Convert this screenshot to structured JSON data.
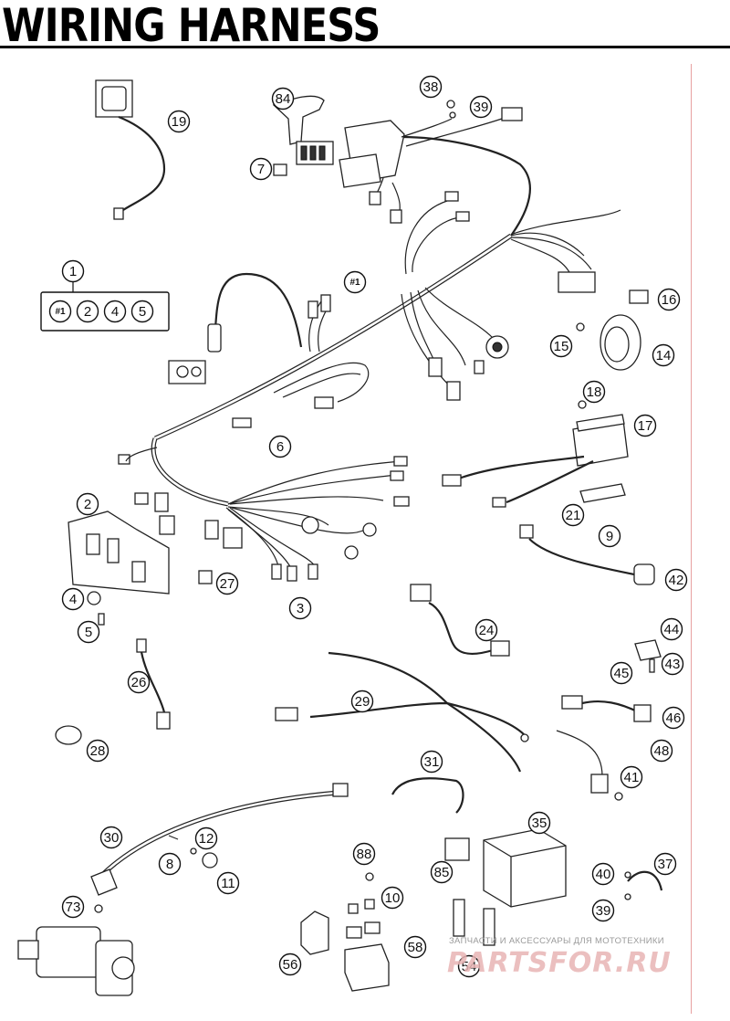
{
  "title": "WIRING HARNESS",
  "kit": {
    "label": "1",
    "members": [
      "#1",
      "2",
      "4",
      "5"
    ]
  },
  "callouts": [
    {
      "label": "19"
    },
    {
      "label": "84"
    },
    {
      "label": "7"
    },
    {
      "label": "38"
    },
    {
      "label": "39"
    },
    {
      "label": "16"
    },
    {
      "label": "15"
    },
    {
      "label": "14"
    },
    {
      "label": "18"
    },
    {
      "label": "17"
    },
    {
      "label": "21"
    },
    {
      "label": "9"
    },
    {
      "label": "42"
    },
    {
      "label": "#1"
    },
    {
      "label": "6"
    },
    {
      "label": "2"
    },
    {
      "label": "27"
    },
    {
      "label": "3"
    },
    {
      "label": "4"
    },
    {
      "label": "5"
    },
    {
      "label": "24"
    },
    {
      "label": "44"
    },
    {
      "label": "43"
    },
    {
      "label": "45"
    },
    {
      "label": "26"
    },
    {
      "label": "29"
    },
    {
      "label": "46"
    },
    {
      "label": "48"
    },
    {
      "label": "28"
    },
    {
      "label": "31"
    },
    {
      "label": "41"
    },
    {
      "label": "30"
    },
    {
      "label": "12"
    },
    {
      "label": "8"
    },
    {
      "label": "11"
    },
    {
      "label": "35"
    },
    {
      "label": "88"
    },
    {
      "label": "85"
    },
    {
      "label": "37"
    },
    {
      "label": "40"
    },
    {
      "label": "39"
    },
    {
      "label": "73"
    },
    {
      "label": "10"
    },
    {
      "label": "56"
    },
    {
      "label": "58"
    },
    {
      "label": "54"
    }
  ],
  "watermark": {
    "tagline": "ЗАПЧАСТИ И АКСЕССУАРЫ ДЛЯ МОТОТЕХНИКИ",
    "brand": "PARTSFOR.RU"
  }
}
